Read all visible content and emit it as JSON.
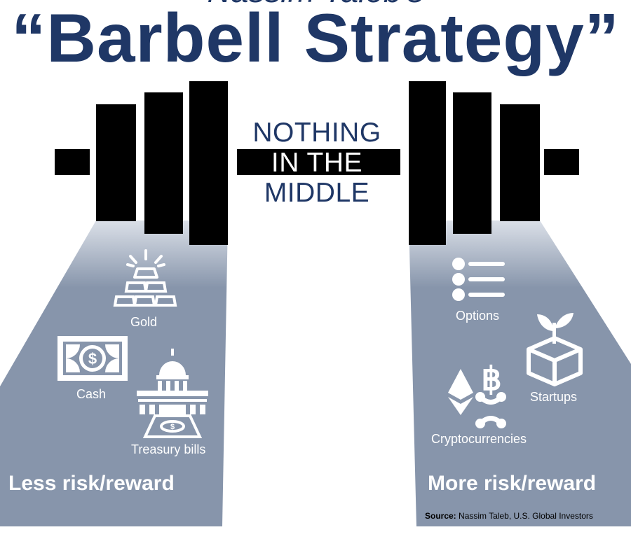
{
  "header": {
    "subtitle": "Nassim Taleb's",
    "title": "“Barbell Strategy”"
  },
  "center": {
    "line1": "NOTHING",
    "line2": "IN THE",
    "line3": "MIDDLE"
  },
  "left": {
    "items": [
      {
        "label": "Gold",
        "icon": "gold-bars-icon"
      },
      {
        "label": "Cash",
        "icon": "banknote-icon"
      },
      {
        "label": "Treasury bills",
        "icon": "capitol-building-icon"
      }
    ],
    "footer": "Less risk/reward"
  },
  "right": {
    "items": [
      {
        "label": "Options",
        "icon": "option-list-icon"
      },
      {
        "label": "Startups",
        "icon": "sprout-box-icon"
      },
      {
        "label": "Cryptocurrencies",
        "icon": "crypto-coins-icon"
      }
    ],
    "footer": "More risk/reward"
  },
  "source": {
    "prefix": "Source:",
    "text": "Nassim Taleb, U.S. Global Investors"
  },
  "colors": {
    "title": "#1f3766",
    "panel": "#8795ab",
    "weights": "#000000"
  }
}
